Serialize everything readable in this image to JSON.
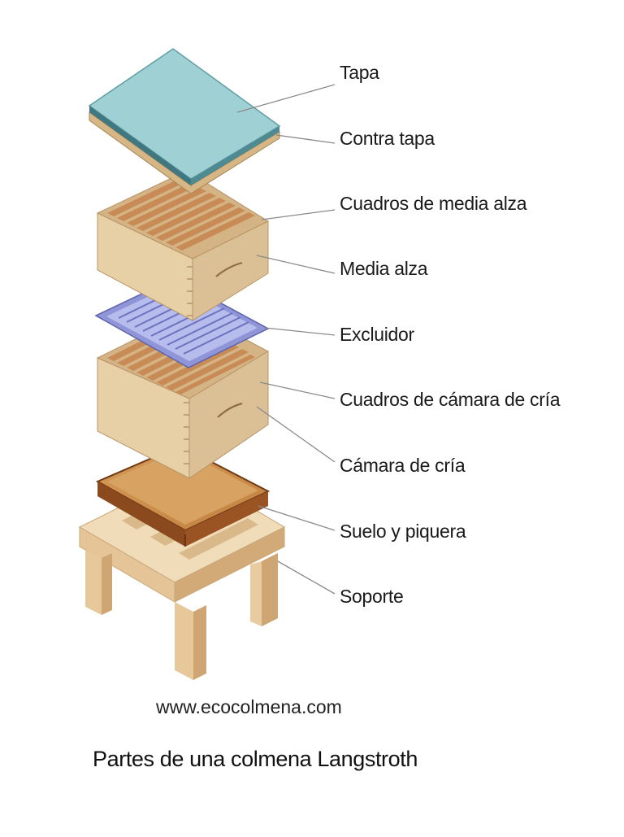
{
  "labels": {
    "tapa": "Tapa",
    "contra_tapa": "Contra tapa",
    "cuadros_media_alza": "Cuadros de media alza",
    "media_alza": "Media alza",
    "excluidor": "Excluidor",
    "cuadros_camara_cria": "Cuadros de cámara de cría",
    "camara_cria": "Cámara de cría",
    "suelo_piquera": "Suelo y piquera",
    "soporte": "Soporte"
  },
  "footer": {
    "url": "www.ecocolmena.com",
    "title": "Partes de una colmena Langstroth"
  },
  "colors": {
    "lid_top": "#9fd0d4",
    "wood_light": "#e8cfa3",
    "wood_mid": "#d7b68a",
    "wood_dark": "#b98e5c",
    "excluder": "#a7aee3",
    "floor_dark": "#8a4a1e",
    "leader_line": "#8a8a8a"
  }
}
